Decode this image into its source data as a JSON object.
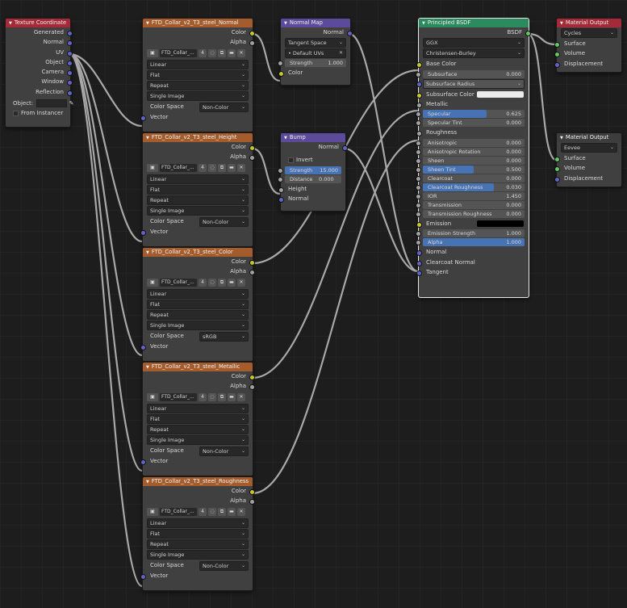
{
  "nodes": {
    "texcoord": {
      "title": "Texture Coordinate",
      "outputs": [
        "Generated",
        "Normal",
        "UV",
        "Object",
        "Camera",
        "Window",
        "Reflection"
      ],
      "object_label": "Object:",
      "from_instancer": "From Instancer"
    },
    "tex_normal": {
      "title": "FTD_Collar_v2_T3_steel_Normal",
      "image_name": "FTD_Collar_...",
      "users": "4",
      "interp": "Linear",
      "proj": "Flat",
      "ext": "Repeat",
      "source": "Single Image",
      "cs_label": "Color Space",
      "cs_value": "Non-Color",
      "vector": "Vector",
      "color": "Color",
      "alpha": "Alpha"
    },
    "tex_height": {
      "title": "FTD_Collar_v2_T3_steel_Height",
      "image_name": "FTD_Collar_...",
      "users": "4",
      "interp": "Linear",
      "proj": "Flat",
      "ext": "Repeat",
      "source": "Single Image",
      "cs_label": "Color Space",
      "cs_value": "Non-Color",
      "vector": "Vector",
      "color": "Color",
      "alpha": "Alpha"
    },
    "tex_color": {
      "title": "FTD_Collar_v2_T3_steel_Color",
      "image_name": "FTD_Collar_...",
      "users": "4",
      "interp": "Linear",
      "proj": "Flat",
      "ext": "Repeat",
      "source": "Single Image",
      "cs_label": "Color Space",
      "cs_value": "sRGB",
      "vector": "Vector",
      "color": "Color",
      "alpha": "Alpha"
    },
    "tex_metallic": {
      "title": "FTD_Collar_v2_T3_steel_Metallic",
      "image_name": "FTD_Collar_...",
      "users": "4",
      "interp": "Linear",
      "proj": "Flat",
      "ext": "Repeat",
      "source": "Single Image",
      "cs_label": "Color Space",
      "cs_value": "Non-Color",
      "vector": "Vector",
      "color": "Color",
      "alpha": "Alpha"
    },
    "tex_rough": {
      "title": "FTD_Collar_v2_T3_steel_Roughness",
      "image_name": "FTD_Collar_...",
      "users": "4",
      "interp": "Linear",
      "proj": "Flat",
      "ext": "Repeat",
      "source": "Single Image",
      "cs_label": "Color Space",
      "cs_value": "Non-Color",
      "vector": "Vector",
      "color": "Color",
      "alpha": "Alpha"
    },
    "normalmap": {
      "title": "Normal Map",
      "out": "Normal",
      "space": "Tangent Space",
      "uv": "Default UVs",
      "strength_label": "Strength",
      "strength": "1.000",
      "color": "Color"
    },
    "bump": {
      "title": "Bump",
      "out": "Normal",
      "invert": "Invert",
      "strength_label": "Strength",
      "strength": "15.000",
      "distance_label": "Distance",
      "distance": "0.000",
      "height": "Height",
      "normal": "Normal"
    },
    "bsdf": {
      "title": "Principled BSDF",
      "out": "BSDF",
      "distribution": "GGX",
      "subsurface_method": "Christensen-Burley",
      "rows": [
        {
          "label": "Base Color",
          "kind": "sock"
        },
        {
          "label": "Subsurface",
          "kind": "fld",
          "value": "0.000",
          "fill": 0
        },
        {
          "label": "Subsurface Radius",
          "kind": "dd"
        },
        {
          "label": "Subsurface Color",
          "kind": "swatch",
          "color": "#ececec"
        },
        {
          "label": "Metallic",
          "kind": "sock"
        },
        {
          "label": "Specular",
          "kind": "fld",
          "value": "0.625",
          "fill": 0.625
        },
        {
          "label": "Specular Tint",
          "kind": "fld",
          "value": "0.000",
          "fill": 0
        },
        {
          "label": "Roughness",
          "kind": "sock"
        },
        {
          "label": "Anisotropic",
          "kind": "fld",
          "value": "0.000",
          "fill": 0
        },
        {
          "label": "Anisotropic Rotation",
          "kind": "fld",
          "value": "0.000",
          "fill": 0
        },
        {
          "label": "Sheen",
          "kind": "fld",
          "value": "0.000",
          "fill": 0
        },
        {
          "label": "Sheen Tint",
          "kind": "fld",
          "value": "0.500",
          "fill": 0.5
        },
        {
          "label": "Clearcoat",
          "kind": "fld",
          "value": "0.000",
          "fill": 0
        },
        {
          "label": "Clearcoat Roughness",
          "kind": "fld",
          "value": "0.030",
          "fill": 0.7
        },
        {
          "label": "IOR",
          "kind": "fld",
          "value": "1.450",
          "fill": 0
        },
        {
          "label": "Transmission",
          "kind": "fld",
          "value": "0.000",
          "fill": 0
        },
        {
          "label": "Transmission Roughness",
          "kind": "fld",
          "value": "0.000",
          "fill": 0
        },
        {
          "label": "Emission",
          "kind": "swatch",
          "color": "#000000"
        },
        {
          "label": "Emission Strength",
          "kind": "fld",
          "value": "1.000",
          "fill": 0
        },
        {
          "label": "Alpha",
          "kind": "fld",
          "value": "1.000",
          "fill": 1
        },
        {
          "label": "Normal",
          "kind": "sock"
        },
        {
          "label": "Clearcoat Normal",
          "kind": "sock"
        },
        {
          "label": "Tangent",
          "kind": "sock"
        }
      ]
    },
    "matout1": {
      "title": "Material Output",
      "target": "Cycles",
      "surface": "Surface",
      "volume": "Volume",
      "displacement": "Displacement"
    },
    "matout2": {
      "title": "Material Output",
      "target": "Eevee",
      "surface": "Surface",
      "volume": "Volume",
      "displacement": "Displacement"
    }
  },
  "colors": {
    "texture_header": "#a55c2c",
    "converter_header": "#5c4a9a",
    "input_header": "#a32a36",
    "shader_header": "#2b8a5e",
    "output_header": "#a32a36",
    "wire": "#a8a8a8",
    "selection": "#4772b3"
  }
}
